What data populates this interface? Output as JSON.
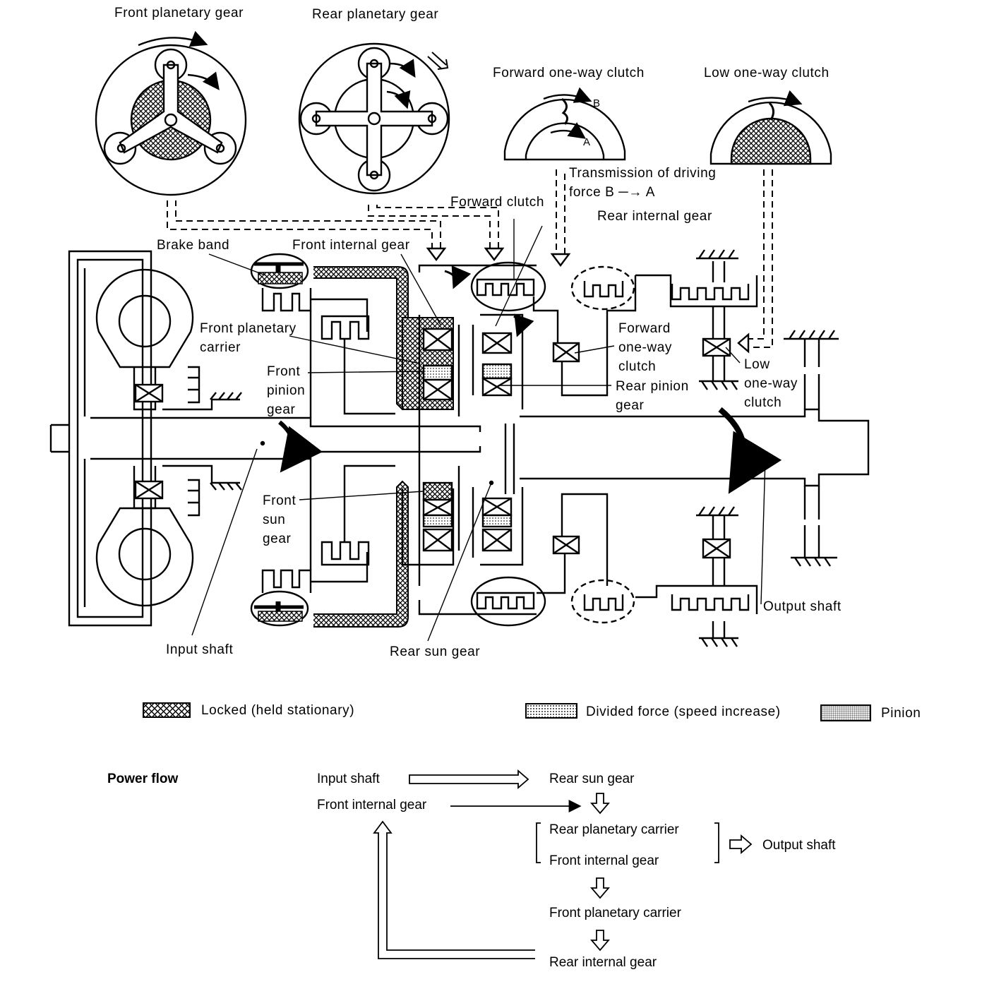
{
  "gear_views": {
    "front_planetary": "Front planetary gear",
    "rear_planetary": "Rear planetary gear",
    "forward_one_way_clutch": "Forward one-way clutch",
    "low_one_way_clutch": "Low one-way clutch",
    "mark_a": "A",
    "mark_b": "B"
  },
  "callouts": {
    "transmission_driving_force": "Transmission of driving\nforce B ─→ A",
    "forward_clutch": "Forward clutch",
    "rear_internal_gear": "Rear internal gear",
    "brake_band": "Brake band",
    "front_internal_gear": "Front internal gear",
    "front_planetary_carrier": "Front planetary\ncarrier",
    "front_pinion_gear": "Front\npinion\ngear",
    "forward_one_way_clutch": "Forward\none-way\nclutch",
    "rear_pinion_gear": "Rear pinion\ngear",
    "low_one_way_clutch": "Low\none-way\nclutch",
    "front_sun_gear": "Front\nsun\ngear",
    "input_shaft": "Input shaft",
    "rear_sun_gear": "Rear sun gear",
    "output_shaft": "Output shaft"
  },
  "legend": {
    "locked": "Locked (held stationary)",
    "divided_force": "Divided force (speed increase)",
    "pinion": "Pinion"
  },
  "power_flow": {
    "title": "Power flow",
    "input_shaft": "Input shaft",
    "rear_sun_gear": "Rear sun gear",
    "front_internal_gear": "Front internal gear",
    "rear_planetary_carrier": "Rear planetary carrier",
    "front_internal_gear_2": "Front internal gear",
    "output_shaft": "Output shaft",
    "front_planetary_carrier": "Front planetary carrier",
    "rear_internal_gear": "Rear internal gear"
  }
}
